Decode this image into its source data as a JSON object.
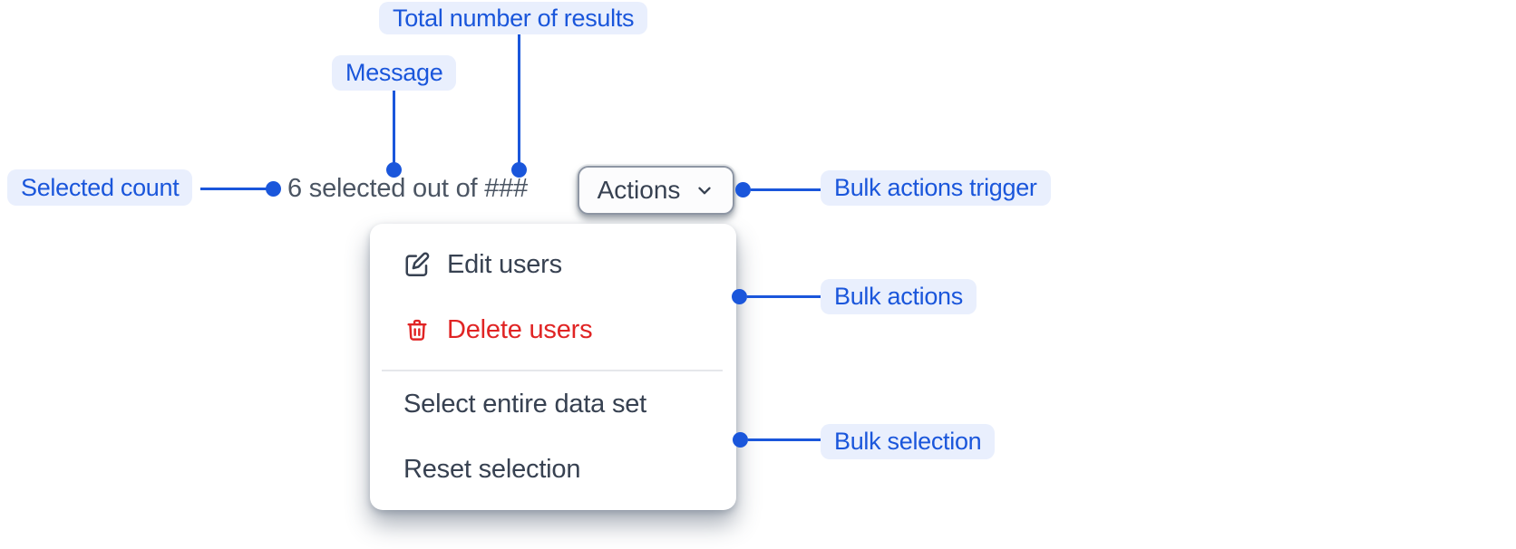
{
  "annotations": {
    "total_results": "Total number of results",
    "message": "Message",
    "selected_count": "Selected count",
    "bulk_actions_trigger": "Bulk actions trigger",
    "bulk_actions": "Bulk actions",
    "bulk_selection": "Bulk selection"
  },
  "toolbar": {
    "selection_message": "6 selected out of ###",
    "actions_button_label": "Actions"
  },
  "menu": {
    "items": [
      {
        "label": "Edit users",
        "icon": "edit-icon",
        "variant": "default"
      },
      {
        "label": "Delete users",
        "icon": "trash-icon",
        "variant": "danger"
      },
      {
        "label": "Select entire data set",
        "icon": null,
        "variant": "default"
      },
      {
        "label": "Reset selection",
        "icon": null,
        "variant": "default"
      }
    ]
  },
  "colors": {
    "annotation_blue": "#1A56DB",
    "annotation_pill_bg": "#E9EFFD",
    "text_dark": "#374151",
    "text_muted": "#4B5563",
    "danger_red": "#E02424",
    "button_border": "#8E96A4",
    "divider": "#E5E7EB",
    "background": "#FFFFFF"
  }
}
